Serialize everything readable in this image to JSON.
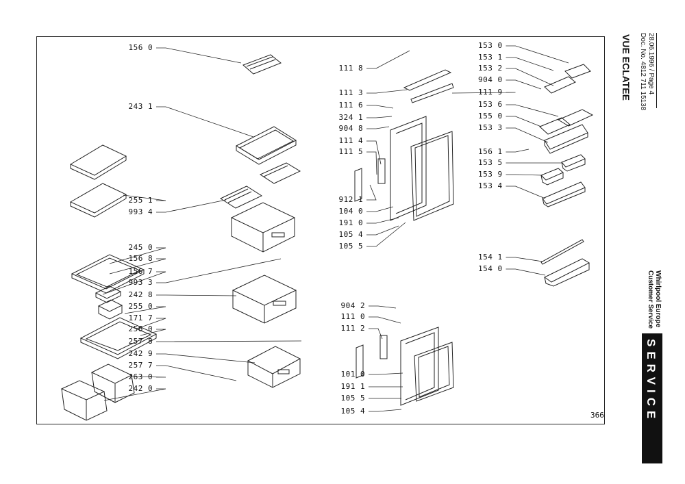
{
  "header": {
    "doc_date": "28.06.1996 / Page 4",
    "doc_number": "Doc. No. 4812 711 15138",
    "view_title": "VUE ECLATEE",
    "brand_name": "Whirlpool Europe",
    "brand_dept": "Customer Service",
    "service_label": "SERVICE"
  },
  "sheet_number": "366",
  "parts": {
    "left": [
      "156 0",
      "243 1",
      "255 1",
      "993 4",
      "245 0",
      "156 8",
      "156 7",
      "993 3",
      "242 8",
      "255 0",
      "171 7",
      "256 0",
      "257 8",
      "242 9",
      "257 7",
      "263 0",
      "242 0"
    ],
    "middle": [
      "111 8",
      "111 3",
      "111 6",
      "324 1",
      "904 8",
      "111 4",
      "111 5",
      "912 1",
      "104 0",
      "191 0",
      "105 4",
      "105 5"
    ],
    "lower_door": [
      "904 2",
      "111 0",
      "111 2",
      "101 0",
      "191 1",
      "105 5",
      "105 4"
    ],
    "right": [
      "153 0",
      "153 1",
      "153 2",
      "904 0",
      "111 9",
      "153 6",
      "155 0",
      "153 3",
      "156 1",
      "153 5",
      "153 9",
      "153 4",
      "154 1",
      "154 0"
    ]
  }
}
